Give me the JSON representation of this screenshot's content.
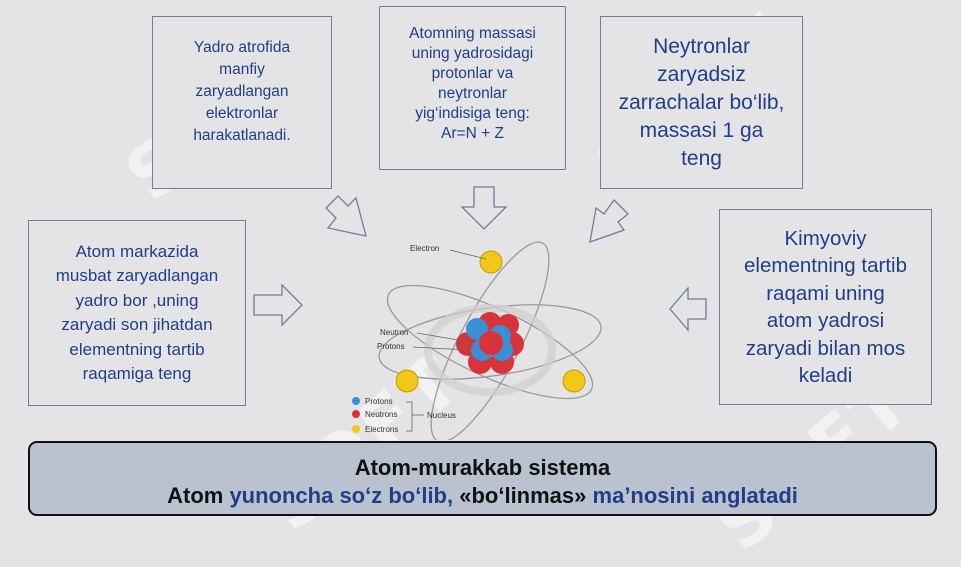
{
  "box_top_left": "Yadro atrofida\nmanfiy\nzaryadlangan\nelektronlar\nharakatlanadi.",
  "box_top_center": "Atomning massasi\nuning yadrosidagi\nprotonlar va\nneytronlar\nyig‘indisiga teng:\nAr=N + Z",
  "box_top_right": "Neytronlar\nzaryadsiz\nzarrachalar bo‘lib,\nmassasi 1 ga\nteng",
  "box_left": "Atom markazida\nmusbat zaryadlangan\nyadro bor ,uning\nzaryadi son jihatdan\nelementning tartib\nraqamiga teng",
  "box_right": "Kimyoviy\nelementning tartib\nraqami uning\natom yadrosi\nzaryadi bilan mos\nkeladi",
  "atom_labels": {
    "electron": "Electron",
    "neutron": "Neutron",
    "protons": "Protons",
    "legend_protons": "Protons",
    "legend_neutrons": "Neutrons",
    "legend_electrons": "Electrons",
    "nucleus": "Nucleus"
  },
  "bottom": {
    "line1": "Atom-murakkab  sistema",
    "line2_part1": "Atom ",
    "line2_part2": "yunoncha so‘z bo‘lib, ",
    "line2_part3": "«bo‘linmas» ",
    "line2_part4": "ma’nosini anglatadi"
  },
  "watermark": "SOFT",
  "colors": {
    "box_text": "#1f3f86",
    "box_border": "#6d7f9a",
    "bottom_fill": "#bac2cf",
    "proton": "#d8333a",
    "neutron": "#3a8fd6",
    "electron": "#f2c818"
  }
}
